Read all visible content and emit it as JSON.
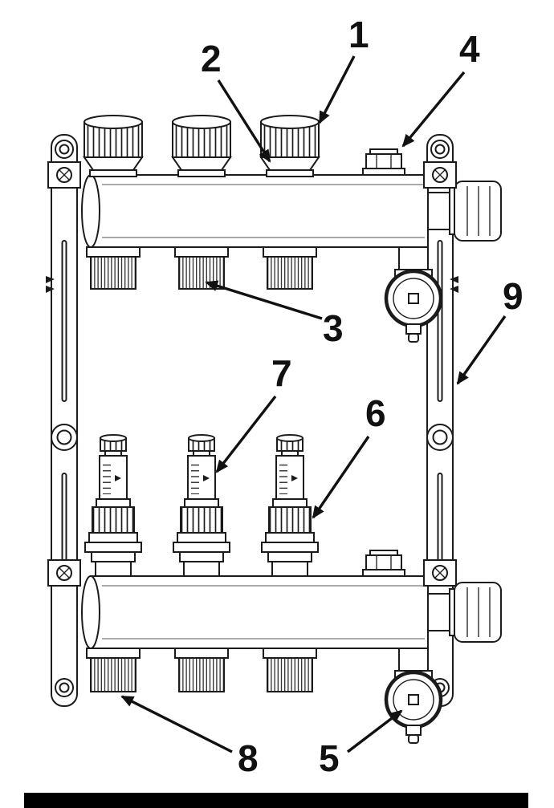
{
  "colors": {
    "line": "#1b1b1b",
    "background": "#ffffff",
    "label": "#111111",
    "footer_bar": "#000000"
  },
  "callouts": [
    {
      "label": "1",
      "target": "valve-cap-3"
    },
    {
      "label": "2",
      "target": "valve-bonnet-ring"
    },
    {
      "label": "3",
      "target": "top-manifold-outlet-2"
    },
    {
      "label": "4",
      "target": "end-plug-top"
    },
    {
      "label": "5",
      "target": "drain-valve-knob-bottom"
    },
    {
      "label": "6",
      "target": "flow-meter-union-nut-3"
    },
    {
      "label": "7",
      "target": "flow-meter-sight-glass-2"
    },
    {
      "label": "8",
      "target": "bottom-manifold-outlet-1"
    },
    {
      "label": "9",
      "target": "mounting-bracket-right"
    }
  ]
}
